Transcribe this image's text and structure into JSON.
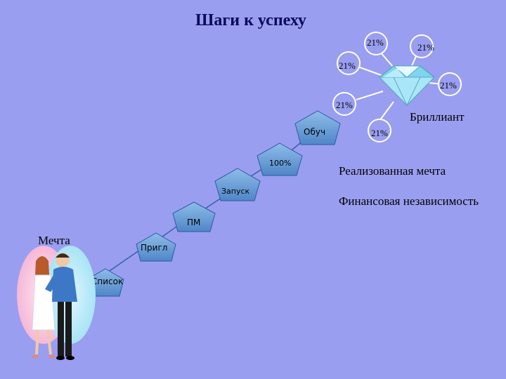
{
  "title": "Шаги к успеху",
  "steps": [
    {
      "key": "spisok",
      "label": "Список"
    },
    {
      "key": "prigl",
      "label": "Пригл"
    },
    {
      "key": "pm",
      "label": "ПМ"
    },
    {
      "key": "zapusk",
      "label": "Запуск"
    },
    {
      "key": "p100",
      "label": "100%"
    },
    {
      "key": "obuch",
      "label": "Обуч"
    }
  ],
  "spokes": [
    "21%",
    "21%",
    "21%",
    "21%",
    "21%",
    "21%"
  ],
  "side_labels": {
    "brilliant": "Бриллиант",
    "dream_realized": "Реализованная мечта",
    "financial_independence": "Финансовая независимость",
    "dream": "Мечта"
  },
  "colors": {
    "background": "#9a9ef0",
    "step_fill": "#6fa0d8",
    "diamond": "#7fd4ee",
    "title": "#0a0a5a"
  }
}
